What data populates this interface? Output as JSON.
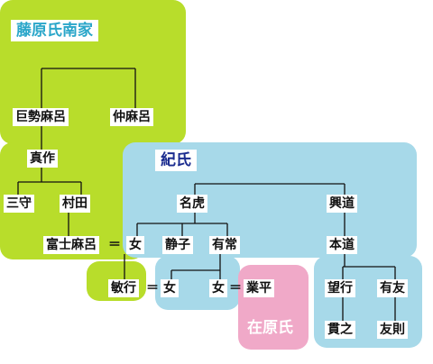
{
  "clans": {
    "fujiwara_nanke": "藤原氏南家",
    "ki": "紀氏",
    "ariwara": "在原氏"
  },
  "persons": {
    "kosemaro": "巨勢麻呂",
    "nakamaro": "仲麻呂",
    "masatsukuri": "真作",
    "mimori": "三守",
    "murata": "村田",
    "fujimaro": "富士麻呂",
    "onna1": "女",
    "natora": "名虎",
    "okimichi": "興道",
    "shizuko": "静子",
    "aritsune": "有常",
    "motomichi": "本道",
    "toshiyuki": "敏行",
    "onna2": "女",
    "onna3": "女",
    "narihira": "業平",
    "mochiyuki": "望行",
    "aritomo": "有友",
    "tsurayuki": "貫之",
    "tomonori": "友則"
  },
  "marks": {
    "marriage1": "＝",
    "marriage2": "＝",
    "marriage3": "＝"
  },
  "colors": {
    "fujiwara_region": "#b8dd2b",
    "ki_region": "#a7d9e9",
    "ariwara_region": "#f0a9c8",
    "fujiwara_title": "#2aa6c9",
    "ki_title": "#1b2c8f",
    "ariwara_title": "#ffffff"
  }
}
